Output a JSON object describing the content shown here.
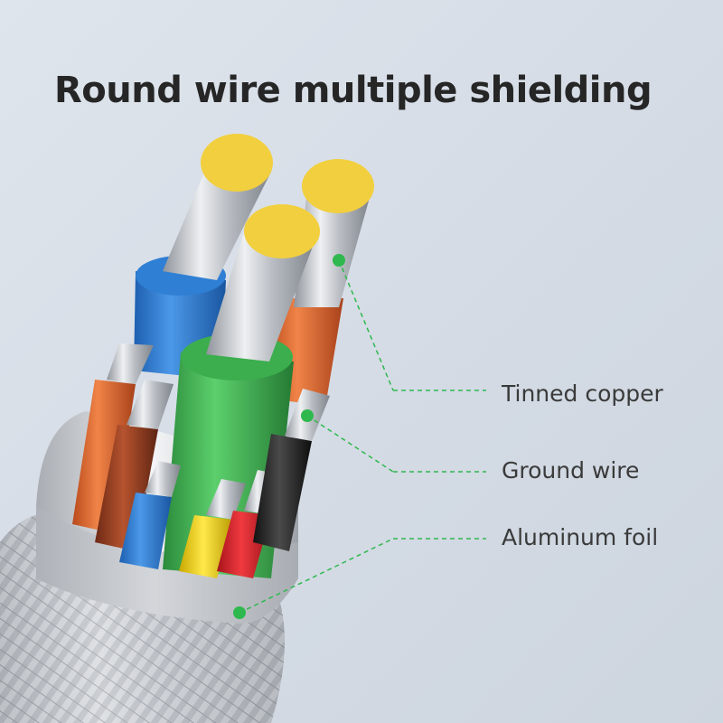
{
  "title": "Round wire multiple shielding",
  "callouts": [
    {
      "label": "Tinned copper"
    },
    {
      "label": "Ground wire"
    },
    {
      "label": "Aluminum foil"
    }
  ],
  "colors": {
    "background": "#d9e0e8",
    "title_text": "#262626",
    "label_text": "#3a3a3a",
    "callout_line": "#2fb84e",
    "conductor_tin": "#f2cf3e",
    "insulation_blue": "#2f7fd4",
    "insulation_green": "#3cae4e",
    "insulation_orange": "#e0692e",
    "insulation_brown": "#9c3f22",
    "insulation_red": "#d8252d",
    "insulation_yellow": "#f2d400",
    "insulation_black": "#222222",
    "foil_silver": "#c8cbd0"
  }
}
